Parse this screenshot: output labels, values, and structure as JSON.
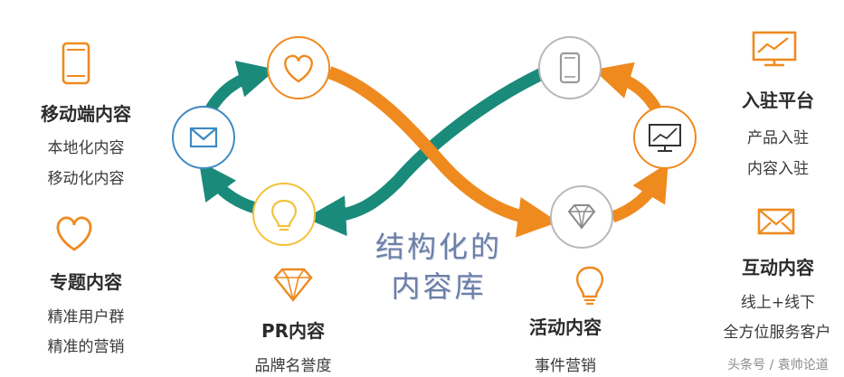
{
  "center": {
    "line1": "结构化的",
    "line2": "内容库"
  },
  "left": {
    "mobile": {
      "title": "移动端内容",
      "items": [
        "本地化内容",
        "移动化内容"
      ]
    },
    "topic": {
      "title": "专题内容",
      "items": [
        "精准用户群",
        "精准的营销"
      ]
    }
  },
  "right": {
    "platform": {
      "title": "入驻平台",
      "items": [
        "产品入驻",
        "内容入驻"
      ]
    },
    "interact": {
      "title": "互动内容",
      "items": [
        "线上+线下",
        "全方位服务客户"
      ]
    }
  },
  "bottom": {
    "pr": {
      "title": "PR内容",
      "items": [
        "品牌名誉度"
      ]
    },
    "activity": {
      "title": "活动内容",
      "items": [
        "事件营销"
      ]
    }
  },
  "watermark": "头条号 / 袁帅论道",
  "icons": {
    "loop_nodes": [
      "heart-icon",
      "mail-icon",
      "lightbulb-icon",
      "phone-icon",
      "monitor-chart-icon",
      "diamond-icon"
    ],
    "side": [
      "phone-icon",
      "heart-icon",
      "diamond-icon",
      "monitor-chart-icon",
      "mail-icon",
      "lightbulb-icon"
    ]
  },
  "colors": {
    "orange": "#ef8a1f",
    "teal": "#1a8a7a",
    "gray": "#b8b8b8",
    "yellow": "#f2c23a",
    "blue": "#3e8ac2"
  }
}
